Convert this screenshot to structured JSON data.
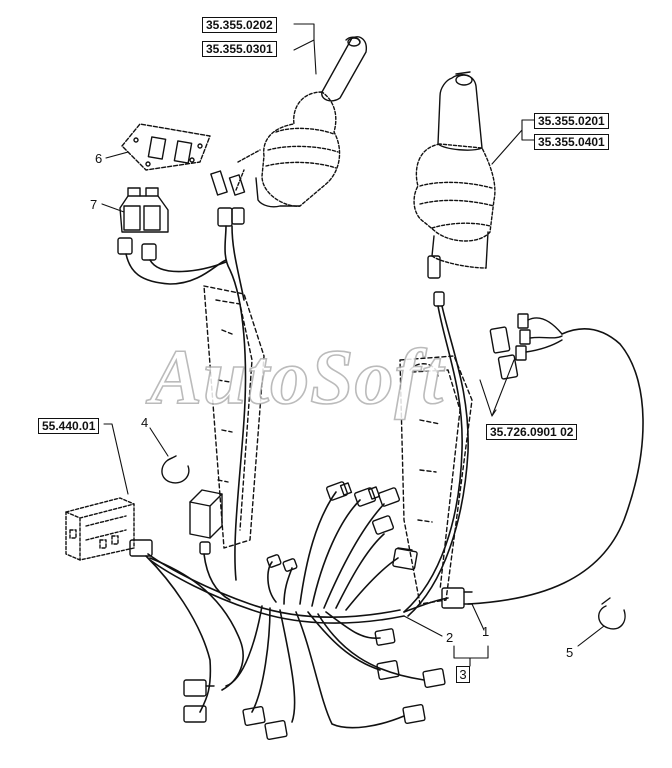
{
  "diagram": {
    "watermark": "AutoSoft",
    "references": {
      "joystick_left_a": "35.355.0202",
      "joystick_left_b": "35.355.0301",
      "joystick_right_a": "35.355.0201",
      "joystick_right_b": "35.355.0401",
      "connector_group": "35.726.0901 02",
      "control_unit": "55.440.01"
    },
    "callouts": {
      "item_1": "1",
      "item_2": "2",
      "item_3": "3",
      "item_4": "4",
      "item_5": "5",
      "item_6": "6",
      "item_7": "7"
    }
  }
}
